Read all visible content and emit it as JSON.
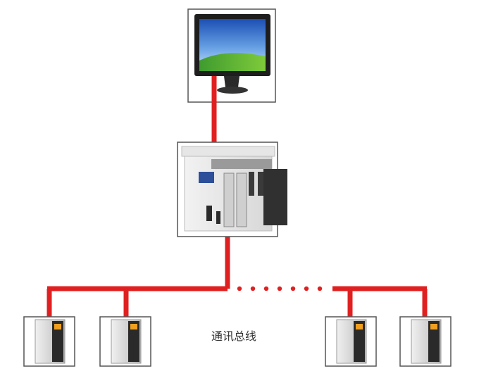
{
  "diagram": {
    "bus_label": "通讯总线",
    "nodes": [
      {
        "id": "monitor",
        "kind": "hmi-monitor"
      },
      {
        "id": "plc",
        "kind": "plc-controller"
      },
      {
        "id": "drive-1",
        "kind": "variable-frequency-drive"
      },
      {
        "id": "drive-2",
        "kind": "variable-frequency-drive"
      },
      {
        "id": "drive-3",
        "kind": "variable-frequency-drive"
      },
      {
        "id": "drive-4",
        "kind": "variable-frequency-drive"
      }
    ],
    "links": [
      {
        "from": "monitor",
        "to": "plc"
      },
      {
        "from": "plc",
        "to": "bus"
      },
      {
        "from": "bus",
        "to": "drive-1"
      },
      {
        "from": "bus",
        "to": "drive-2"
      },
      {
        "from": "bus",
        "to": "drive-3"
      },
      {
        "from": "bus",
        "to": "drive-4"
      }
    ],
    "colors": {
      "link": "#e02020",
      "frame": "#444444",
      "screen": "#2a5bb8",
      "drive_body": "#d9d9d9",
      "drive_dark": "#2a2a2a"
    }
  }
}
